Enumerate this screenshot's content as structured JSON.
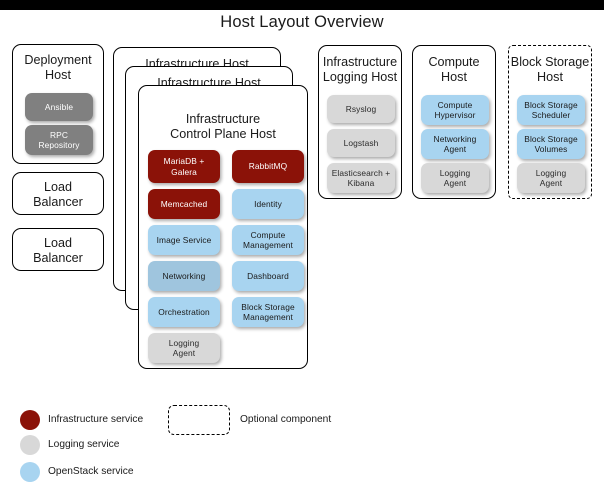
{
  "page": {
    "title": "Host Layout Overview"
  },
  "hosts": [
    {
      "id": "deployment-host",
      "name": "Deployment Host",
      "title_lines": [
        "Deployment",
        "Host"
      ],
      "optional": false,
      "services": [
        {
          "label_lines": [
            "Ansible"
          ],
          "kind": "deploy"
        },
        {
          "label_lines": [
            "RPC",
            "Repository"
          ],
          "kind": "deploy"
        }
      ]
    },
    {
      "id": "load-balancer-1",
      "name": "Load Balancer",
      "title_lines": [
        "Load",
        "Balancer"
      ],
      "optional": false,
      "services": []
    },
    {
      "id": "load-balancer-2",
      "name": "Load Balancer",
      "title_lines": [
        "Load",
        "Balancer"
      ],
      "optional": false,
      "services": []
    },
    {
      "id": "infrastructure-host-back",
      "name": "Infrastructure Host",
      "title_lines": [
        "Infrastructure Host"
      ],
      "optional": false,
      "services": []
    },
    {
      "id": "infrastructure-host-mid",
      "name": "Infrastructure Host",
      "title_lines": [
        "Infrastructure Host"
      ],
      "optional": false,
      "services": []
    },
    {
      "id": "infrastructure-control-plane-host",
      "name": "Infrastructure Control Plane Host",
      "title_lines": [
        "Infrastructure",
        "Control Plane Host"
      ],
      "optional": false,
      "services": [
        {
          "label_lines": [
            "MariaDB +",
            "Galera"
          ],
          "kind": "infra"
        },
        {
          "label_lines": [
            "RabbitMQ"
          ],
          "kind": "infra"
        },
        {
          "label_lines": [
            "Memcached"
          ],
          "kind": "infra"
        },
        {
          "label_lines": [
            "Identity"
          ],
          "kind": "openstack"
        },
        {
          "label_lines": [
            "Image Service"
          ],
          "kind": "openstack"
        },
        {
          "label_lines": [
            "Compute",
            "Management"
          ],
          "kind": "openstack"
        },
        {
          "label_lines": [
            "Networking"
          ],
          "kind": "openstack-dim"
        },
        {
          "label_lines": [
            "Dashboard"
          ],
          "kind": "openstack"
        },
        {
          "label_lines": [
            "Orchestration"
          ],
          "kind": "openstack"
        },
        {
          "label_lines": [
            "Block Storage",
            "Management"
          ],
          "kind": "openstack"
        },
        {
          "label_lines": [
            "Logging",
            "Agent"
          ],
          "kind": "logging"
        }
      ]
    },
    {
      "id": "infrastructure-logging-host",
      "name": "Infrastructure Logging Host",
      "title_lines": [
        "Infrastructure",
        "Logging Host"
      ],
      "optional": false,
      "services": [
        {
          "label_lines": [
            "Rsyslog"
          ],
          "kind": "logging"
        },
        {
          "label_lines": [
            "Logstash"
          ],
          "kind": "logging"
        },
        {
          "label_lines": [
            "Elasticsearch +",
            "Kibana"
          ],
          "kind": "logging"
        }
      ]
    },
    {
      "id": "compute-host",
      "name": "Compute Host",
      "title_lines": [
        "Compute",
        "Host"
      ],
      "optional": false,
      "services": [
        {
          "label_lines": [
            "Compute",
            "Hypervisor"
          ],
          "kind": "openstack"
        },
        {
          "label_lines": [
            "Networking",
            "Agent"
          ],
          "kind": "openstack"
        },
        {
          "label_lines": [
            "Logging",
            "Agent"
          ],
          "kind": "logging"
        }
      ]
    },
    {
      "id": "block-storage-host",
      "name": "Block Storage Host",
      "title_lines": [
        "Block Storage",
        "Host"
      ],
      "optional": true,
      "services": [
        {
          "label_lines": [
            "Block Storage",
            "Scheduler"
          ],
          "kind": "openstack"
        },
        {
          "label_lines": [
            "Block Storage",
            "Volumes"
          ],
          "kind": "openstack"
        },
        {
          "label_lines": [
            "Logging",
            "Agent"
          ],
          "kind": "logging"
        }
      ]
    }
  ],
  "legend": {
    "items": [
      {
        "label": "Infrastructure service",
        "swatch": "infra",
        "color": "#8b1208"
      },
      {
        "label": "Logging service",
        "swatch": "logging",
        "color": "#d8d8d8"
      },
      {
        "label": "OpenStack service",
        "swatch": "openstack",
        "color": "#a8d4f0"
      }
    ],
    "optional": {
      "label": "Optional component"
    }
  },
  "colors": {
    "infra": "#8b1208",
    "logging": "#d8d8d8",
    "openstack": "#a8d4f0",
    "deploy": "#808080",
    "border": "#000000",
    "background": "#ffffff"
  }
}
